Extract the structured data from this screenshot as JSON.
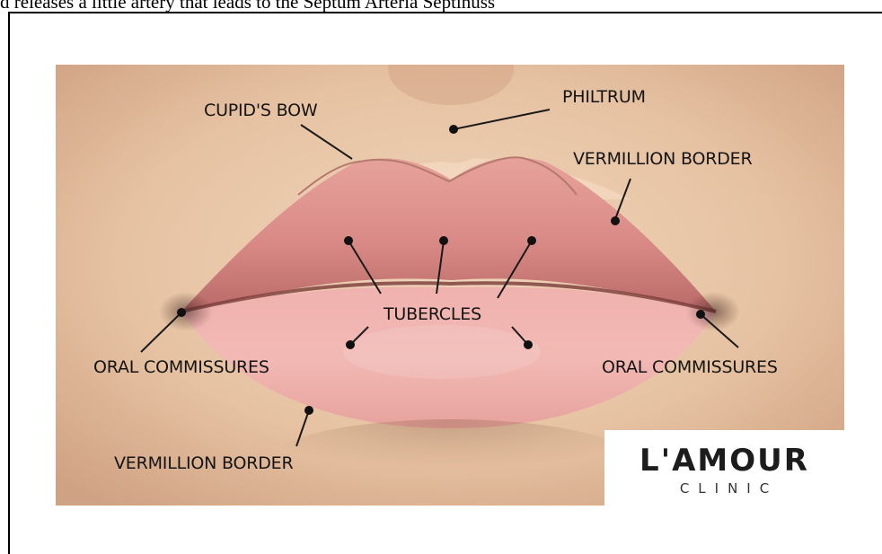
{
  "caption_fragment": "d releases a little artery that leads to the Septum Arteria Septinuss",
  "labels": {
    "cupids_bow": "CUPID'S BOW",
    "philtrum": "PHILTRUM",
    "vermillion_border_top": "VERMILLION BORDER",
    "tubercles": "TUBERCLES",
    "oral_commissures_left": "ORAL COMMISSURES",
    "oral_commissures_right": "ORAL COMMISSURES",
    "vermillion_border_bottom": "VERMILLION BORDER"
  },
  "logo": {
    "name": "L'AMOUR",
    "sub": "CLINIC"
  },
  "colors": {
    "skin": "#e9c9ac",
    "lip": "#e9a3a0",
    "label_text": "#141414"
  }
}
